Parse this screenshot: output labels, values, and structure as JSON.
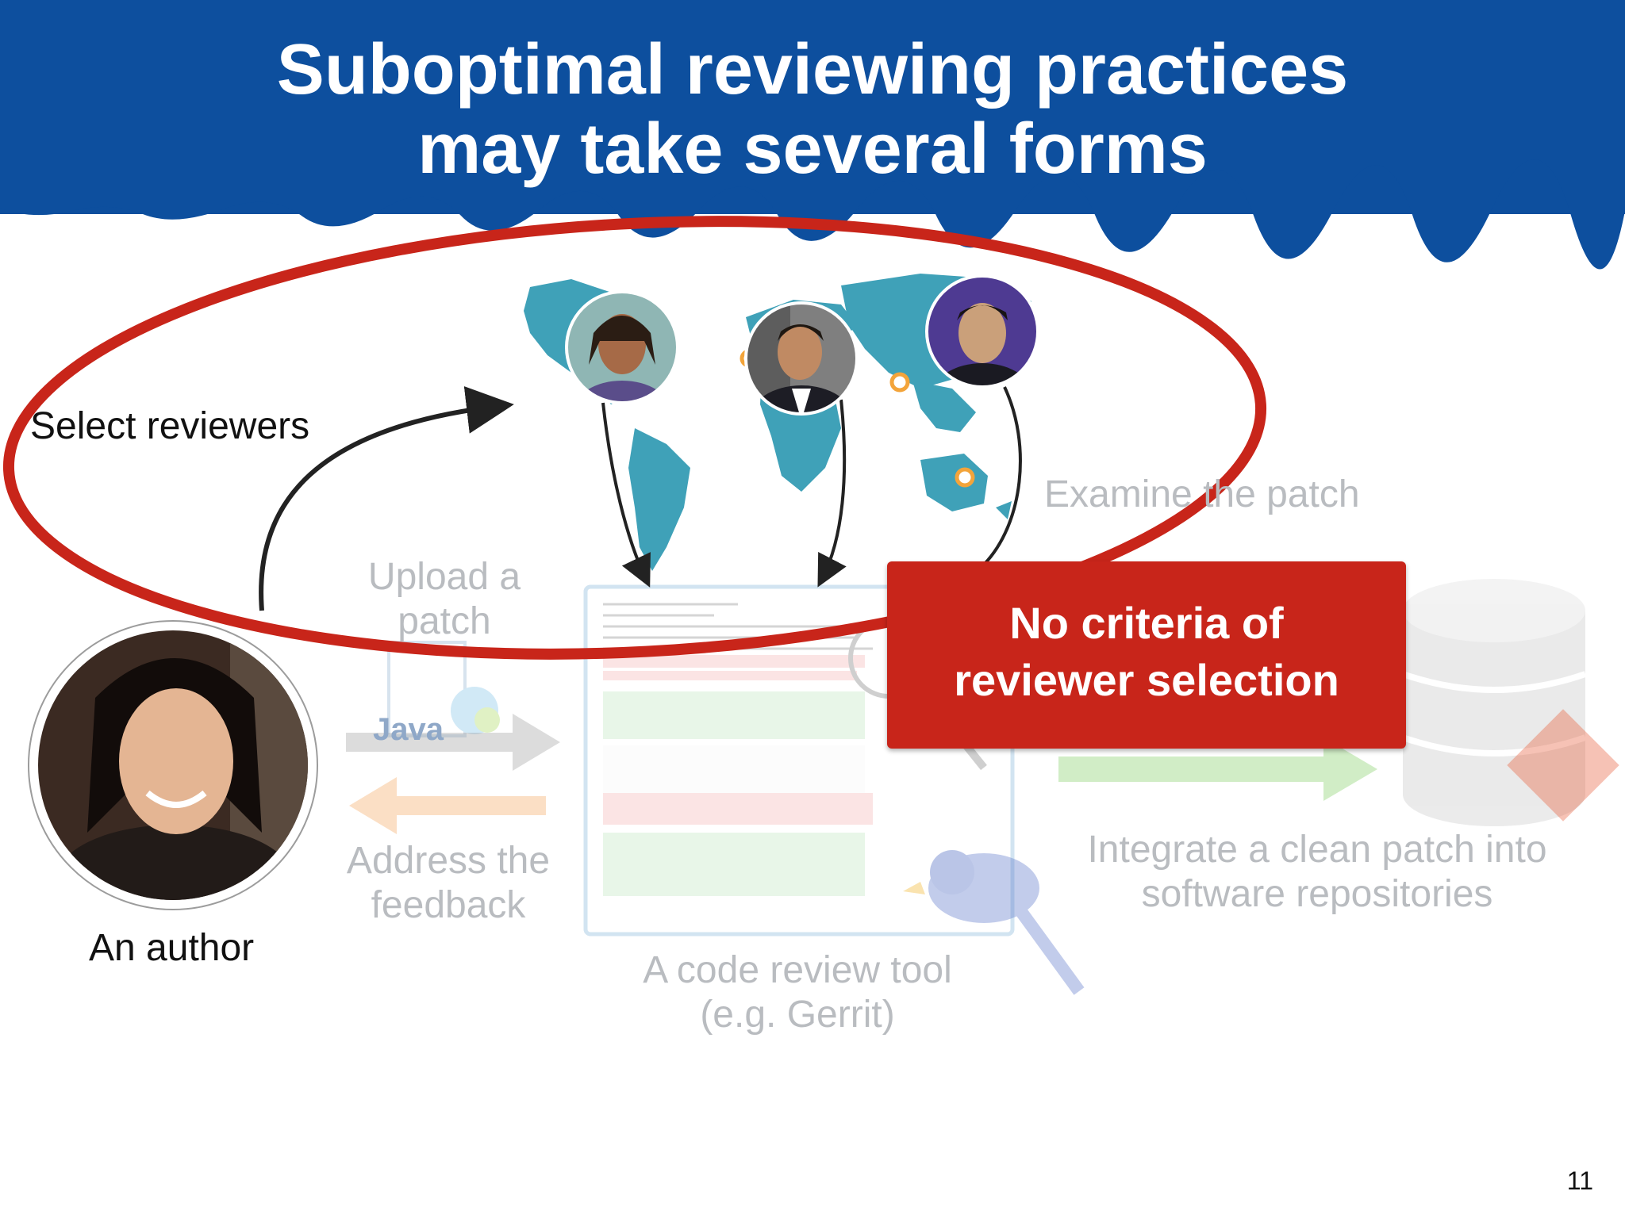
{
  "slide": {
    "title_line1": "Suboptimal reviewing practices",
    "title_line2": "may take several forms",
    "page_number": "11"
  },
  "labels": {
    "select_reviewers": "Select reviewers",
    "examine_patch": "Examine the patch",
    "upload_line1": "Upload a",
    "upload_line2": "patch",
    "address_line1": "Address the",
    "address_line2": "feedback",
    "integrate_line1": "Integrate a clean patch into",
    "integrate_line2": "software repositories",
    "tool_line1": "A code review tool",
    "tool_line2": "(e.g. Gerrit)",
    "author": "An author",
    "java_word": "Java"
  },
  "callout": {
    "line1": "No criteria of",
    "line2": "reviewer selection"
  },
  "colors": {
    "header_bg": "#0d4f9e",
    "highlight_ellipse": "#c8251a",
    "callout_bg": "#c8251a",
    "map_fill": "#3fa1b8",
    "faded_text": "#b9bcc0"
  }
}
